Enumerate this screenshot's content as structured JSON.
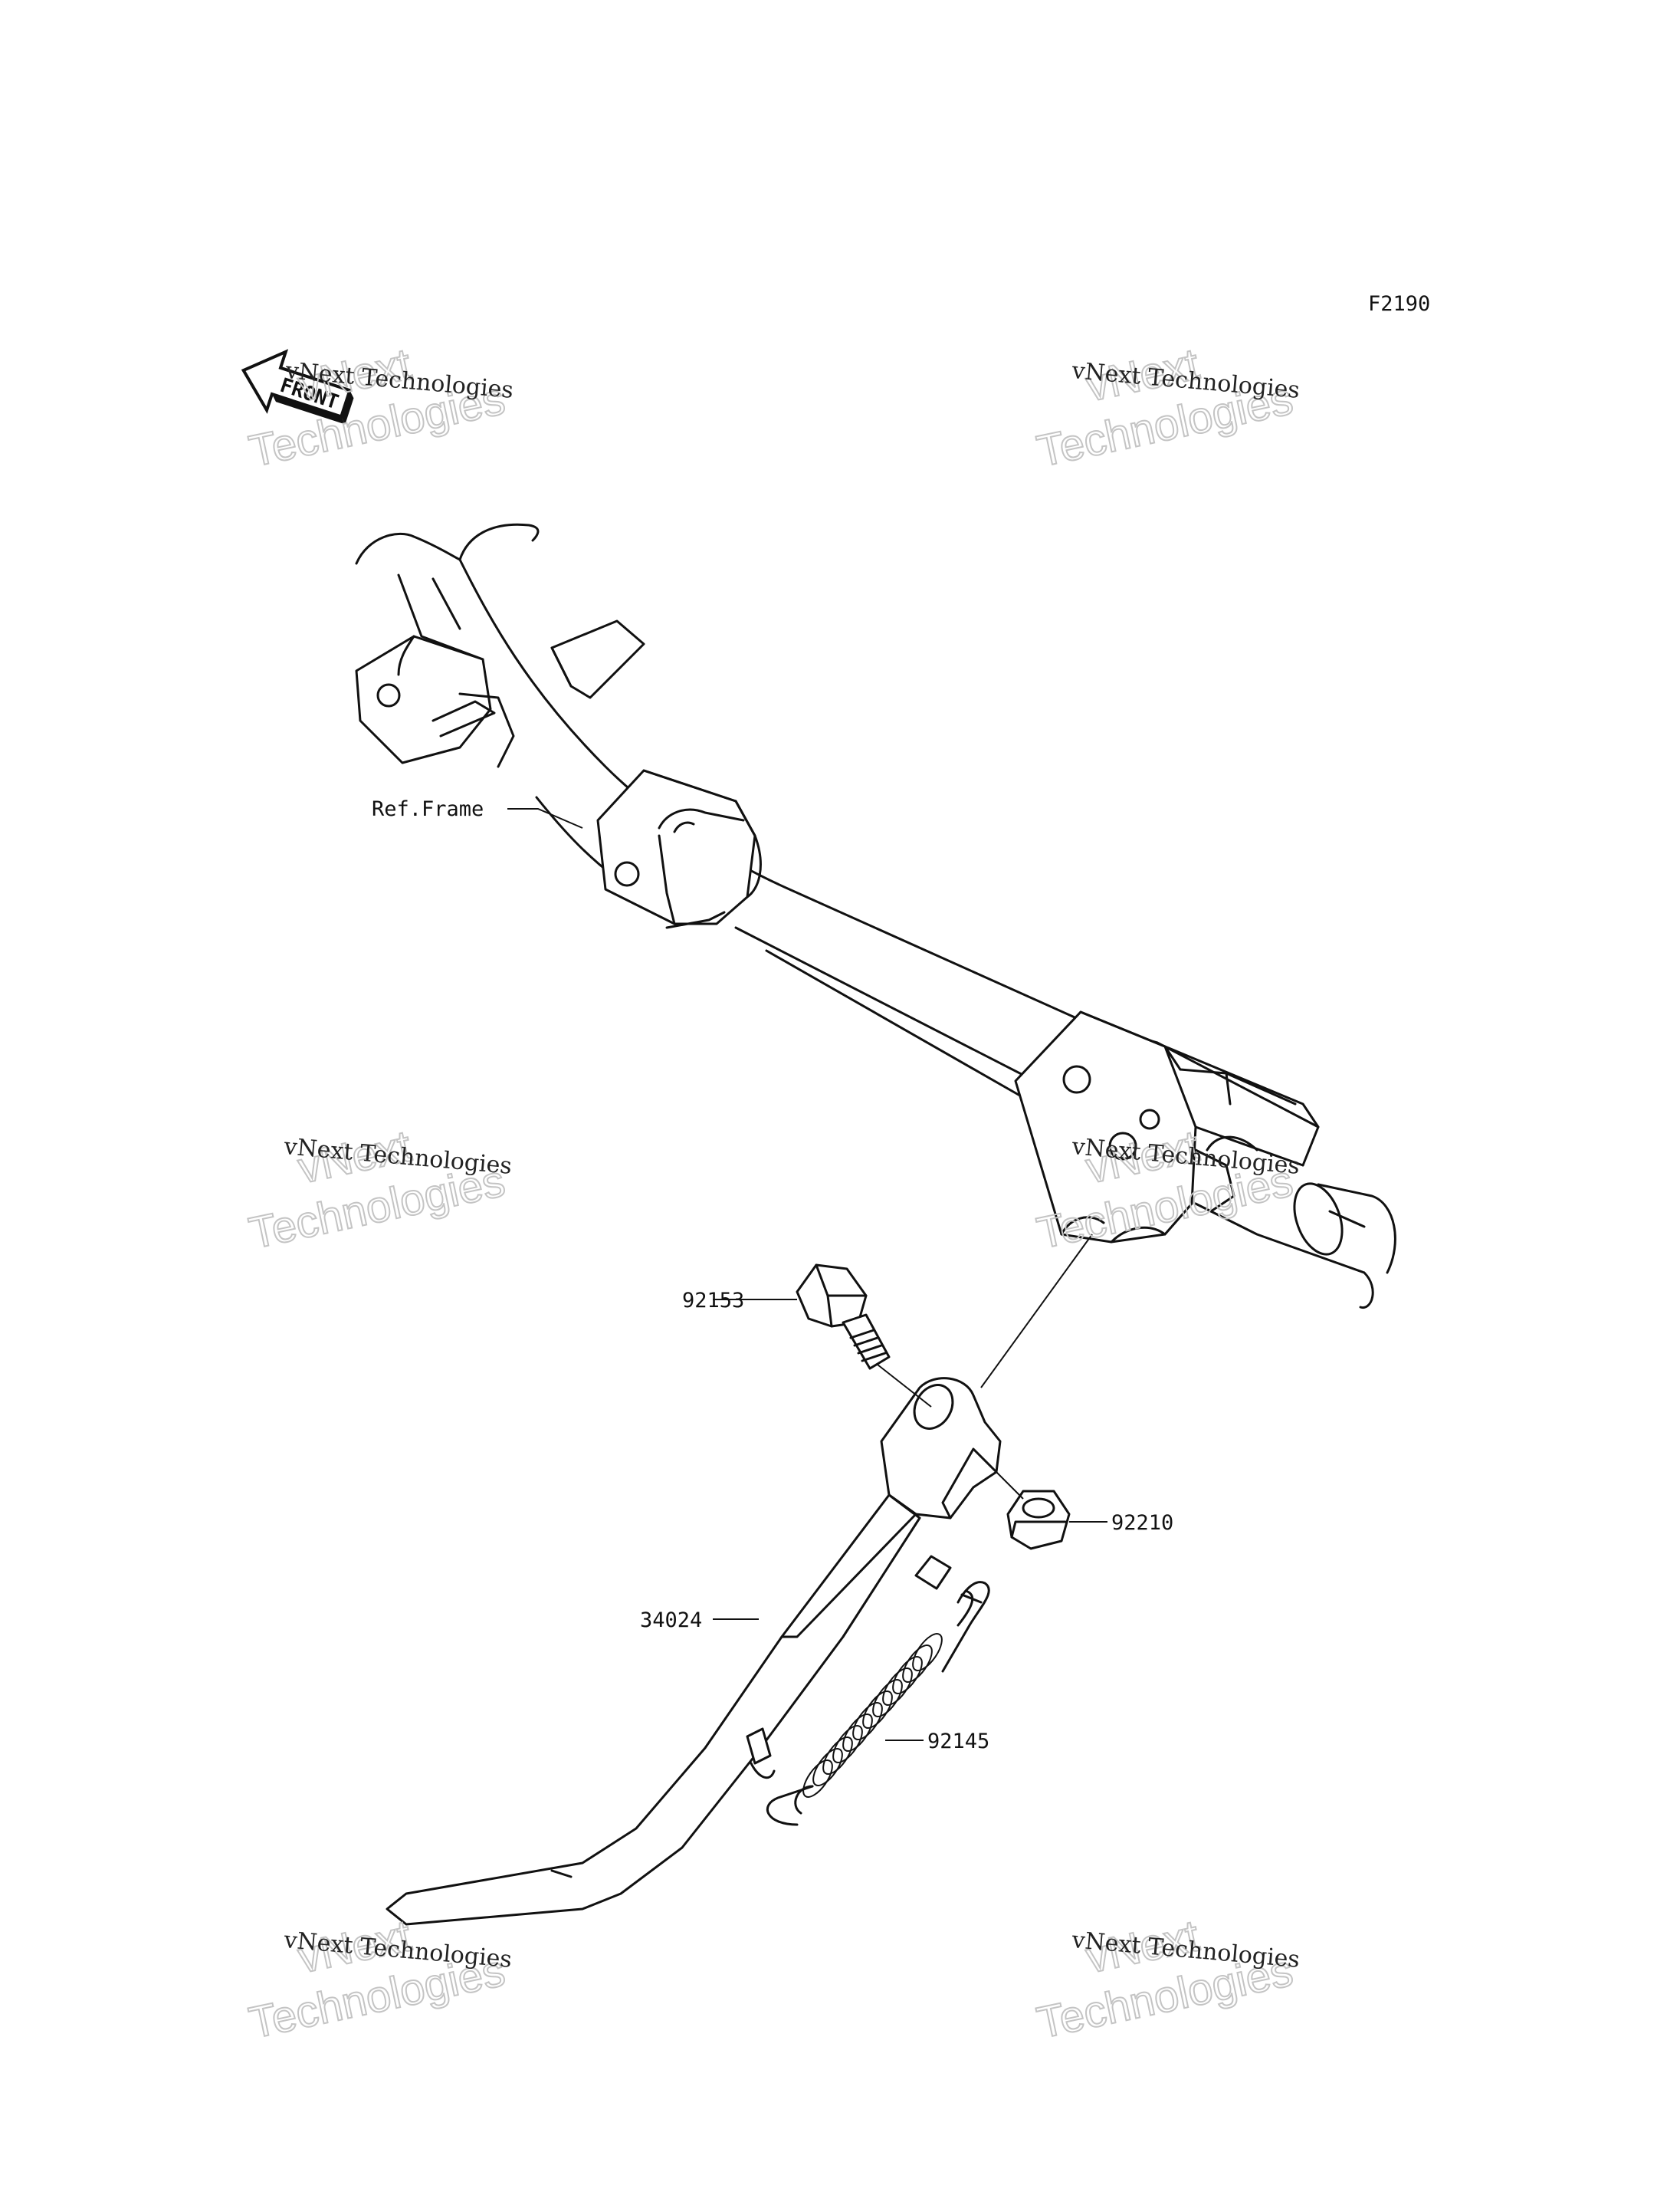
{
  "figure_code": "F2190",
  "front_arrow": {
    "text": "FRONT",
    "icon": "front-arrow-icon"
  },
  "watermark": {
    "line1": "vNext Technologies",
    "brand_top": "vNext",
    "brand_bottom": "Technologies"
  },
  "callouts": [
    {
      "id": "frame",
      "text": "Ref.Frame"
    },
    {
      "id": "bolt",
      "text": "92153"
    },
    {
      "id": "nut",
      "text": "92210"
    },
    {
      "id": "stand",
      "text": "34024"
    },
    {
      "id": "spring",
      "text": "92145"
    }
  ],
  "colors": {
    "line": "#111111",
    "watermark_outline": "#c4c4c4",
    "background": "#ffffff"
  }
}
